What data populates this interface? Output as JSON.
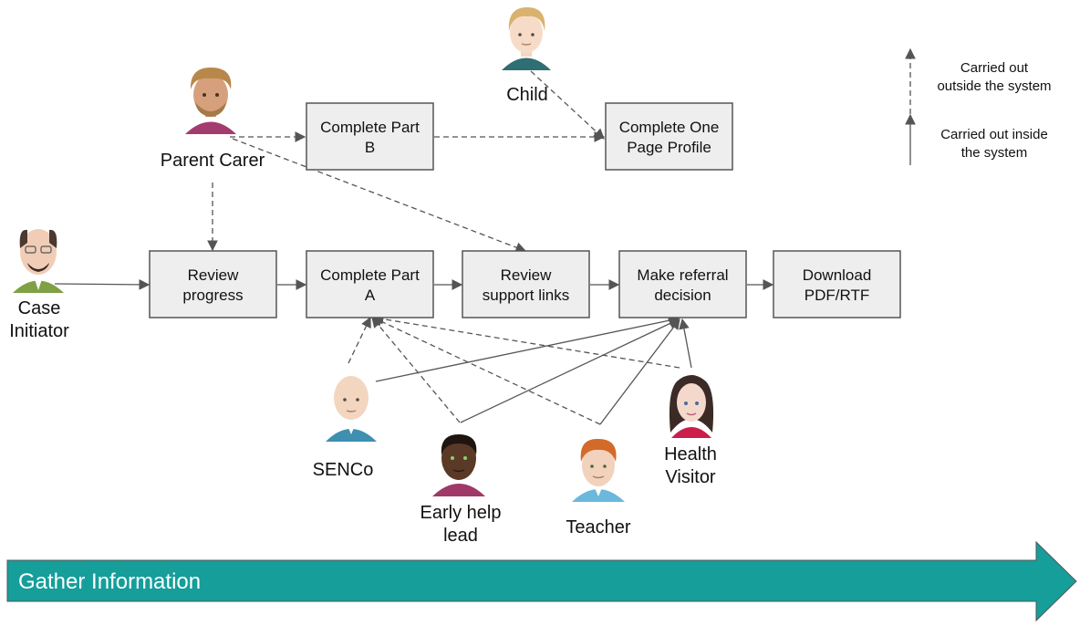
{
  "steps": {
    "review_progress": [
      "Review",
      "progress"
    ],
    "complete_part_a": [
      "Complete Part",
      "A"
    ],
    "review_support_links": [
      "Review",
      "support links"
    ],
    "make_referral_decision": [
      "Make referral",
      "decision"
    ],
    "download": [
      "Download",
      "PDF/RTF"
    ],
    "complete_part_b": [
      "Complete Part",
      "B"
    ],
    "complete_one_page_profile": [
      "Complete One",
      "Page Profile"
    ]
  },
  "actors": {
    "child": [
      "Child"
    ],
    "parent_carer": [
      "Parent Carer"
    ],
    "case_initiator": [
      "Case",
      "Initiator"
    ],
    "senco": [
      "SENCo"
    ],
    "early_help_lead": [
      "Early help",
      "lead"
    ],
    "teacher": [
      "Teacher"
    ],
    "health_visitor": [
      "Health",
      "Visitor"
    ]
  },
  "legend": {
    "outside": [
      "Carried out",
      "outside the system"
    ],
    "inside": [
      "Carried out inside",
      "the system"
    ]
  },
  "banner": {
    "label": "Gather Information",
    "color": "#159e9a"
  },
  "colors": {
    "box_fill": "#eeeeee",
    "line": "#555555"
  }
}
